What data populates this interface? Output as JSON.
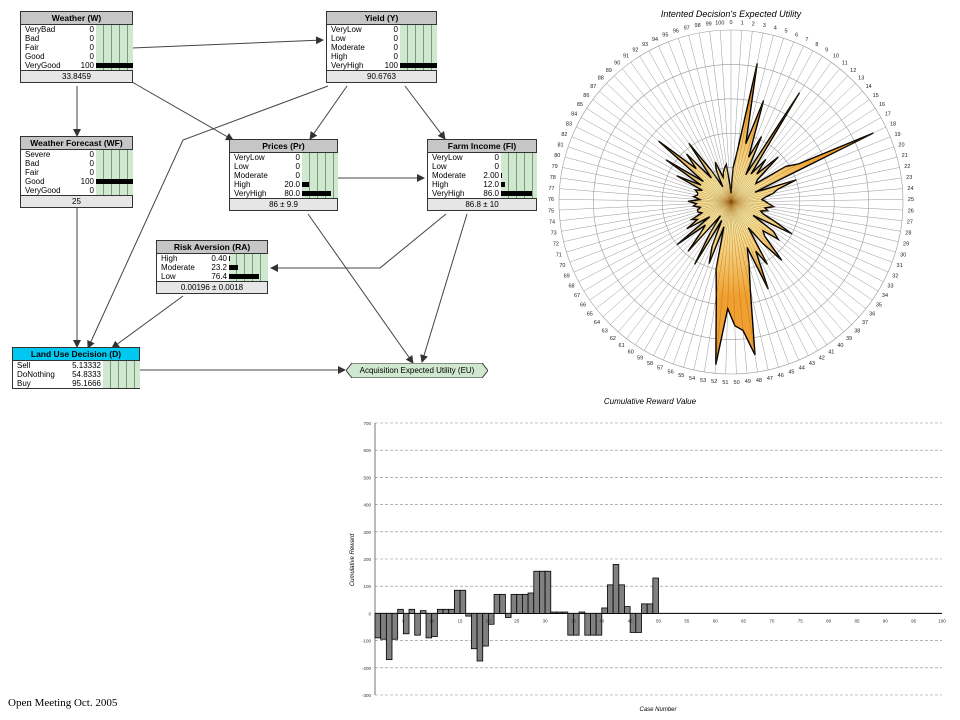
{
  "nodes": {
    "weather": {
      "title": "Weather (W)",
      "states": [
        {
          "name": "VeryBad",
          "value": "0",
          "frac": 0
        },
        {
          "name": "Bad",
          "value": "0",
          "frac": 0
        },
        {
          "name": "Fair",
          "value": "0",
          "frac": 0
        },
        {
          "name": "Good",
          "value": "0",
          "frac": 0
        },
        {
          "name": "VeryGood",
          "value": "100",
          "frac": 1
        }
      ],
      "footer": "33.8459"
    },
    "yield": {
      "title": "Yield (Y)",
      "states": [
        {
          "name": "VeryLow",
          "value": "0",
          "frac": 0
        },
        {
          "name": "Low",
          "value": "0",
          "frac": 0
        },
        {
          "name": "Moderate",
          "value": "0",
          "frac": 0
        },
        {
          "name": "High",
          "value": "0",
          "frac": 0
        },
        {
          "name": "VeryHigh",
          "value": "100",
          "frac": 1
        }
      ],
      "footer": "90.6763"
    },
    "forecast": {
      "title": "Weather Forecast (WF)",
      "states": [
        {
          "name": "Severe",
          "value": "0",
          "frac": 0
        },
        {
          "name": "Bad",
          "value": "0",
          "frac": 0
        },
        {
          "name": "Fair",
          "value": "0",
          "frac": 0
        },
        {
          "name": "Good",
          "value": "100",
          "frac": 1
        },
        {
          "name": "VeryGood",
          "value": "0",
          "frac": 0
        }
      ],
      "footer": "25"
    },
    "prices": {
      "title": "Prices (Pr)",
      "states": [
        {
          "name": "VeryLow",
          "value": "0",
          "frac": 0
        },
        {
          "name": "Low",
          "value": "0",
          "frac": 0
        },
        {
          "name": "Moderate",
          "value": "0",
          "frac": 0
        },
        {
          "name": "High",
          "value": "20.0",
          "frac": 0.2
        },
        {
          "name": "VeryHigh",
          "value": "80.0",
          "frac": 0.8
        }
      ],
      "footer": "86 ± 9.9"
    },
    "income": {
      "title": "Farm Income (FI)",
      "states": [
        {
          "name": "VeryLow",
          "value": "0",
          "frac": 0
        },
        {
          "name": "Low",
          "value": "0",
          "frac": 0
        },
        {
          "name": "Moderate",
          "value": "2.00",
          "frac": 0.02
        },
        {
          "name": "High",
          "value": "12.0",
          "frac": 0.12
        },
        {
          "name": "VeryHigh",
          "value": "86.0",
          "frac": 0.86
        }
      ],
      "footer": "86.8 ± 10"
    },
    "risk": {
      "title": "Risk Aversion (RA)",
      "states": [
        {
          "name": "High",
          "value": "0.40",
          "frac": 0.004
        },
        {
          "name": "Moderate",
          "value": "23.2",
          "frac": 0.232
        },
        {
          "name": "Low",
          "value": "76.4",
          "frac": 0.764
        }
      ],
      "footer": "0.00196 ± 0.0018"
    },
    "decision": {
      "title": "Land Use Decision (D)",
      "states": [
        {
          "name": "Sell",
          "value": "5.13332",
          "frac": 0
        },
        {
          "name": "DoNothing",
          "value": "54.8333",
          "frac": 0
        },
        {
          "name": "Buy",
          "value": "95.1666",
          "frac": 0
        }
      ],
      "footer": ""
    }
  },
  "utility_label": "Acquisition Expected Utility (EU)",
  "colors": {
    "bar_zone": "#cfe8cf",
    "decision_title": "#00c8f0",
    "radar_fill": "#f0a030",
    "radar_fill_light": "#f8f0b0",
    "cum_bar": "#808080"
  },
  "chart_data": [
    {
      "type": "radar",
      "title": "Intented Decision's Expected Utility",
      "center_label": "0",
      "angular_ticks": [
        "0",
        "1",
        "2",
        "3",
        "4",
        "5",
        "6",
        "7",
        "8",
        "9",
        "10",
        "11",
        "12",
        "13",
        "14",
        "15",
        "16",
        "17",
        "18",
        "19",
        "20",
        "21",
        "22",
        "23",
        "24",
        "25",
        "26",
        "27",
        "28",
        "29",
        "30",
        "31",
        "32",
        "33",
        "34",
        "35",
        "36",
        "37",
        "38",
        "39",
        "40",
        "41",
        "42",
        "43",
        "44",
        "45",
        "46",
        "47",
        "48",
        "49",
        "50",
        "51",
        "52",
        "53",
        "54",
        "55",
        "56",
        "57",
        "58",
        "59",
        "60",
        "61",
        "62",
        "63",
        "64",
        "65",
        "66",
        "67",
        "68",
        "69",
        "70",
        "71",
        "72",
        "73",
        "74",
        "75",
        "76",
        "77",
        "78",
        "79",
        "80",
        "81",
        "82",
        "83",
        "84",
        "85",
        "86",
        "87",
        "88",
        "89",
        "90",
        "91",
        "92",
        "93",
        "94",
        "95",
        "96",
        "97",
        "98",
        "99",
        "100"
      ],
      "rmax": 100,
      "values": [
        5,
        20,
        30,
        82,
        35,
        62,
        28,
        42,
        18,
        75,
        20,
        32,
        22,
        38,
        20,
        18,
        38,
        45,
        92,
        15,
        40,
        28,
        25,
        20,
        18,
        20,
        22,
        25,
        20,
        22,
        18,
        20,
        28,
        40,
        15,
        30,
        35,
        25,
        28,
        45,
        30,
        18,
        42,
        32,
        55,
        28,
        38,
        52,
        90,
        75,
        72,
        62,
        95,
        55,
        40,
        15,
        38,
        28,
        12,
        42,
        22,
        10,
        38,
        25,
        20,
        40,
        15,
        30,
        22,
        25,
        18,
        20,
        20,
        18,
        22,
        20,
        25,
        18,
        22,
        20,
        20,
        22,
        18,
        35,
        20,
        45,
        20,
        55,
        28,
        38,
        18,
        42,
        22,
        10,
        20,
        25,
        15,
        18,
        20,
        22,
        10
      ]
    },
    {
      "type": "bar",
      "title": "Cumulative Reward Value",
      "xlabel": "Case Number",
      "ylabel": "Cumulative Reward",
      "ylim": [
        -300,
        700
      ],
      "yticks": [
        -300,
        -200,
        -100,
        0,
        100,
        200,
        300,
        400,
        500,
        600,
        700
      ],
      "xticks": [
        0,
        5,
        10,
        15,
        20,
        25,
        30,
        35,
        40,
        45,
        50,
        55,
        60,
        65,
        70,
        75,
        80,
        85,
        90,
        95,
        100
      ],
      "values": [
        -90,
        -95,
        -170,
        -95,
        15,
        -75,
        15,
        -80,
        10,
        -90,
        -85,
        15,
        15,
        15,
        85,
        85,
        -10,
        -130,
        -175,
        -120,
        -40,
        70,
        70,
        -15,
        70,
        70,
        70,
        75,
        155,
        155,
        155,
        5,
        5,
        5,
        -80,
        -80,
        5,
        -80,
        -80,
        -80,
        20,
        105,
        180,
        105,
        25,
        -70,
        -70,
        35,
        35,
        130
      ]
    }
  ],
  "footer": "Open Meeting Oct. 2005"
}
